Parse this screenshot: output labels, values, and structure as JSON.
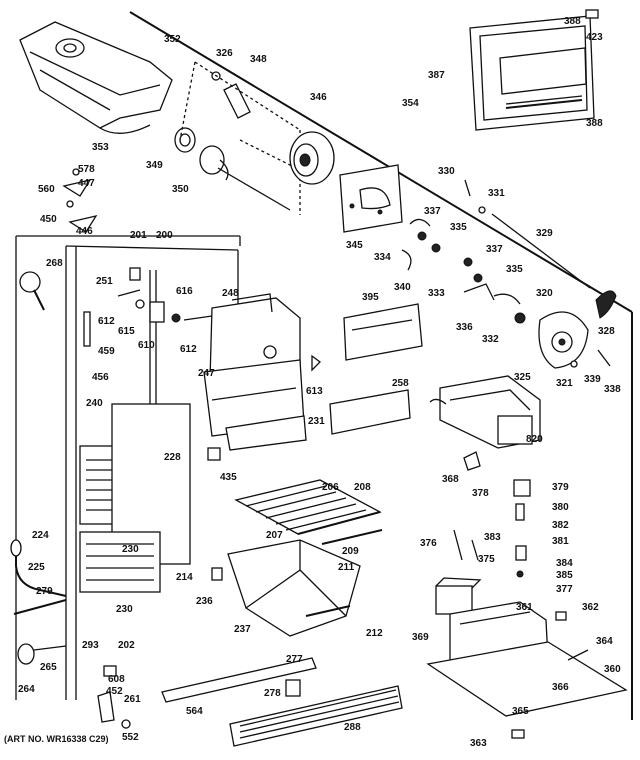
{
  "art_number": "(ART NO. WR16338 C29)",
  "part_labels": [
    "352",
    "326",
    "348",
    "346",
    "388",
    "423",
    "387",
    "354",
    "388",
    "353",
    "349",
    "350",
    "578",
    "447",
    "560",
    "450",
    "446",
    "201",
    "200",
    "268",
    "251",
    "612",
    "615",
    "610",
    "616",
    "248",
    "612",
    "459",
    "456",
    "247",
    "613",
    "345",
    "334",
    "337",
    "335",
    "340",
    "333",
    "330",
    "331",
    "329",
    "337",
    "335",
    "336",
    "332",
    "320",
    "328",
    "325",
    "321",
    "339",
    "338",
    "395",
    "258",
    "820",
    "240",
    "228",
    "231",
    "435",
    "368",
    "378",
    "379",
    "380",
    "382",
    "381",
    "206",
    "208",
    "207",
    "209",
    "211",
    "212",
    "376",
    "375",
    "383",
    "384",
    "385",
    "377",
    "224",
    "225",
    "279",
    "230",
    "214",
    "236",
    "237",
    "230",
    "293",
    "202",
    "265",
    "264",
    "608",
    "452",
    "261",
    "552",
    "277",
    "278",
    "564",
    "288",
    "369",
    "361",
    "362",
    "364",
    "360",
    "366",
    "365",
    "363"
  ]
}
